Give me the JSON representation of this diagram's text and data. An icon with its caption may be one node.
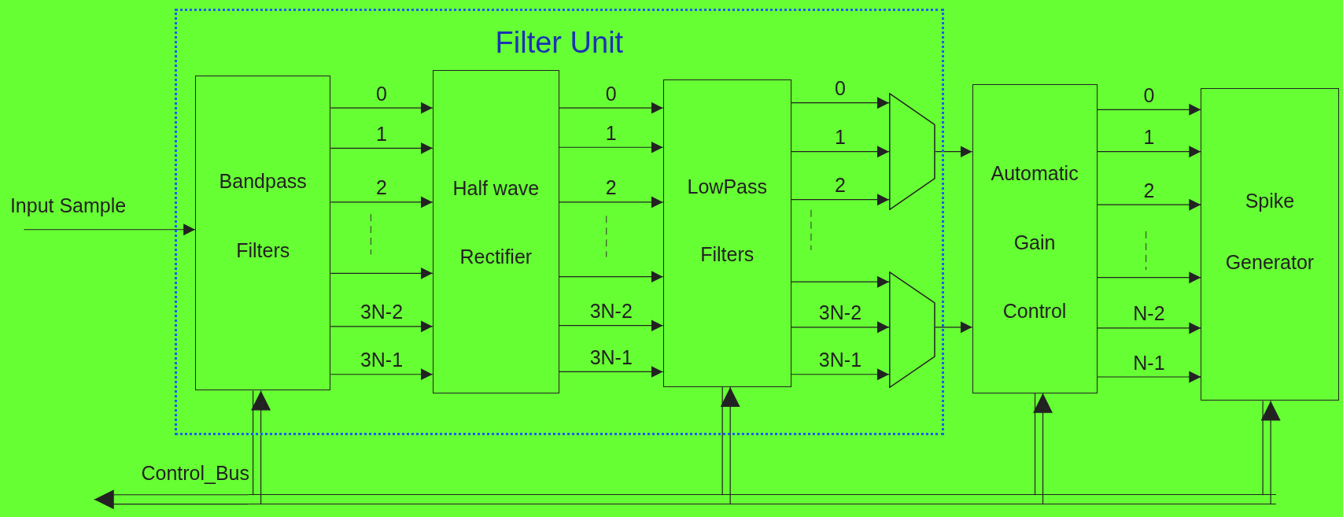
{
  "diagram": {
    "nodes": [
      {
        "text": [
          "Filter Unit"
        ]
      },
      {
        "text": [
          "Bandpass Filters"
        ],
        "in": 0
      },
      {
        "text": [
          "Half wave Rectifier"
        ],
        "in": 0
      },
      {
        "text": [
          "LowPass Filters"
        ],
        "in": 0
      },
      {
        "text": [],
        "shape": "trapezoid",
        "in": 0
      },
      {
        "text": [],
        "shape": "trapezoid",
        "in": 0
      },
      {
        "text": [
          "Automatic Gain Control"
        ]
      },
      {
        "text": [
          "Spike Generator"
        ]
      },
      {
        "text": [],
        "shape": "bar"
      }
    ],
    "edges": [
      {
        "from": 1,
        "to": 2,
        "arrow": "to",
        "label": "0"
      },
      {
        "from": 1,
        "to": 2,
        "arrow": "to",
        "label": "1"
      },
      {
        "from": 1,
        "to": 2,
        "arrow": "to",
        "label": "2"
      },
      {
        "from": 1,
        "to": 2,
        "arrow": "to"
      },
      {
        "from": 1,
        "to": 2,
        "arrow": "to",
        "label": "3N-2"
      },
      {
        "from": 1,
        "to": 2,
        "arrow": "to",
        "label": "3N-1"
      },
      {
        "from": 2,
        "to": 3,
        "arrow": "to",
        "label": "0"
      },
      {
        "from": 2,
        "to": 3,
        "arrow": "to",
        "label": "1"
      },
      {
        "from": 2,
        "to": 3,
        "arrow": "to",
        "label": "2"
      },
      {
        "from": 2,
        "to": 3,
        "arrow": "to"
      },
      {
        "from": 2,
        "to": 3,
        "arrow": "to",
        "label": "3N-2"
      },
      {
        "from": 2,
        "to": 3,
        "arrow": "to",
        "label": "3N-1"
      },
      {
        "from": 3,
        "to": 4,
        "arrow": "to",
        "label": "0"
      },
      {
        "from": 3,
        "to": 4,
        "arrow": "to",
        "label": "1"
      },
      {
        "from": 3,
        "to": 4,
        "arrow": "to",
        "label": "2"
      },
      {
        "from": 3,
        "to": 5,
        "arrow": "to"
      },
      {
        "from": 3,
        "to": 5,
        "arrow": "to",
        "label": "3N-2"
      },
      {
        "from": 3,
        "to": 5,
        "arrow": "to",
        "label": "3N-1"
      },
      {
        "from": 4,
        "to": 6,
        "arrow": "to"
      },
      {
        "from": 5,
        "to": 6,
        "arrow": "to"
      },
      {
        "from": 6,
        "to": 7,
        "arrow": "to",
        "label": "0"
      },
      {
        "from": 6,
        "to": 7,
        "arrow": "to",
        "label": "1"
      },
      {
        "from": 6,
        "to": 7,
        "arrow": "to",
        "label": "2"
      },
      {
        "from": 6,
        "to": 7,
        "arrow": "to"
      },
      {
        "from": 6,
        "to": 7,
        "arrow": "to",
        "label": "N-2"
      },
      {
        "from": 6,
        "to": 7,
        "arrow": "to",
        "label": "N-1"
      },
      {
        "from": null,
        "to": 1,
        "arrow": "to",
        "label": "Input Sample"
      },
      {
        "from": 8,
        "to": 1,
        "arrow": "to"
      },
      {
        "from": 8,
        "to": 3,
        "arrow": "to"
      },
      {
        "from": 8,
        "to": 6,
        "arrow": "to"
      },
      {
        "from": 8,
        "to": 7,
        "arrow": "to"
      },
      {
        "from": 8,
        "to": null,
        "arrow": "to",
        "label": "Control_Bus"
      }
    ]
  }
}
